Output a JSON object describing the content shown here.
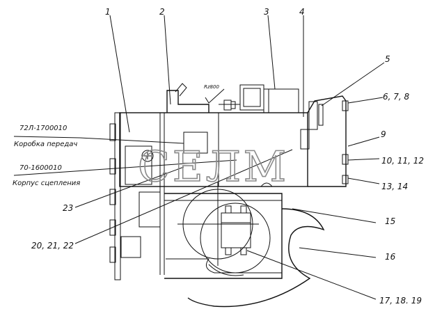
{
  "callouts": {
    "c1": "1",
    "c2": "2",
    "c3": "3",
    "c4": "4",
    "c5": "5",
    "c6": "6, 7, 8",
    "c9": "9",
    "c10": "10, 11, 12",
    "c13": "13, 14",
    "c15": "15",
    "c16": "16",
    "c17": "17, 18. 19",
    "c20": "20, 21, 22",
    "c23": "23"
  },
  "parts": {
    "gearbox_code": "72Л-1700010",
    "gearbox_name": "Коробка передач",
    "clutch_code": "70-1600010",
    "clutch_name": "Корпус сцепления"
  },
  "roughness": "Rz800",
  "watermark": "СЕЛМ"
}
